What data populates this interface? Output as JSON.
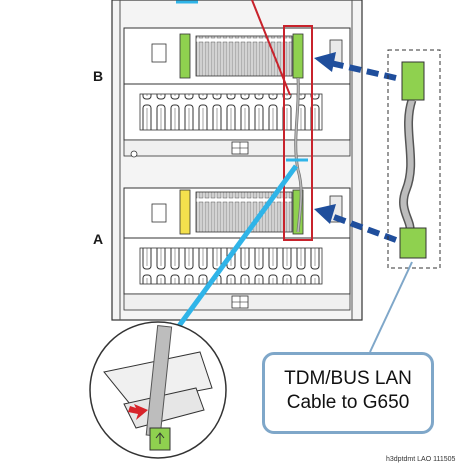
{
  "labels": {
    "shelf_b": "B",
    "shelf_a": "A"
  },
  "callout": {
    "line1": "TDM/BUS LAN",
    "line2": "Cable to G650"
  },
  "doc_id": "h3dptdmt LAO 111505",
  "icons": {
    "detail_magnifier": "zoom-circle",
    "cable": "ribbon-cable-icon",
    "arrows": "dashed-arrow-icon"
  },
  "colors": {
    "highlight_box": "#c8232c",
    "arrow_blue": "#1f4e9c",
    "zoom_line": "#2fb4e8",
    "connector_green": "#8fd14f",
    "connector_yellow": "#f4e04d",
    "callout_border": "#7fa7c9"
  }
}
